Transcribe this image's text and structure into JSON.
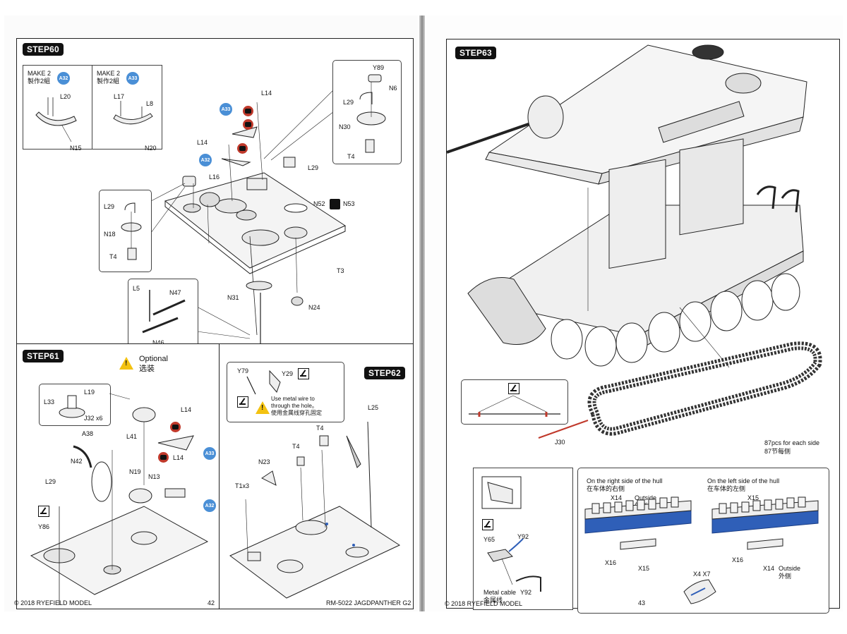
{
  "left_page": {
    "step60": {
      "title": "STEP60",
      "make_a32": {
        "make": "MAKE 2",
        "make_cn": "製作2組",
        "badge": "A32",
        "parts": [
          "L20",
          "N15"
        ]
      },
      "make_a33": {
        "make": "MAKE 2",
        "make_cn": "製作2組",
        "badge": "A33",
        "parts": [
          "L17",
          "L8",
          "N20"
        ]
      },
      "main_parts": {
        "l14_top": "L14",
        "a33": "A33",
        "l14_left": "L14",
        "a32": "A32",
        "l16": "L16",
        "l29": "L29",
        "n52": "N52",
        "n53": "N53",
        "t3": "T3",
        "n31": "N31",
        "n24": "N24"
      },
      "inset_top_right": {
        "y89": "Y89",
        "n6": "N6",
        "l29": "L29",
        "n30": "N30",
        "t4": "T4"
      },
      "inset_left": {
        "l29": "L29",
        "n18": "N18",
        "t4": "T4"
      },
      "inset_bottom": {
        "l5": "L5",
        "n47": "N47",
        "n46": "N46"
      }
    },
    "step61": {
      "title": "STEP61",
      "optional_en": "Optional",
      "optional_cn": "选装",
      "inset": {
        "l19": "L19",
        "l33": "L33",
        "j32": "J32 x6"
      },
      "parts": {
        "l14_a": "L14",
        "a38": "A38",
        "l41": "L41",
        "n42": "N42",
        "n19": "N19",
        "n13": "N13",
        "l14_b": "L14",
        "a33": "A33",
        "a32": "A32",
        "l29": "L29",
        "y86": "Y86"
      }
    },
    "step62": {
      "title": "STEP62",
      "inset": {
        "y79": "Y79",
        "y29": "Y29",
        "note_en_1": "Use metal wire to",
        "note_en_2": "through the hole。",
        "note_cn": "使用金属线穿孔固定"
      },
      "parts": {
        "l25": "L25",
        "t4_a": "T4",
        "t4_b": "T4",
        "n23": "N23",
        "t1": "T1x3"
      }
    },
    "footer": {
      "copyright": "© 2018 RYEFIELD MODEL",
      "page": "42",
      "product": "RM-5022 JAGDPANTHER G2"
    }
  },
  "right_page": {
    "step63": {
      "title": "STEP63",
      "j30": "J30",
      "track_count_en": "87pcs for each side",
      "track_count_cn": "87节每侧",
      "right_side_en": "On the right side of the hull",
      "right_side_cn": "在车体的右侧",
      "left_side_en": "On the left side of the hull",
      "left_side_cn": "在车体的左侧",
      "right_links": {
        "x14": "X14",
        "outside": "Outside",
        "outside_cn": "外侧",
        "x16": "X16",
        "x15": "X15"
      },
      "left_links": {
        "x15": "X15",
        "x16": "X16",
        "x14": "X14",
        "outside": "Outside",
        "outside_cn": "外侧"
      },
      "pin_parts": "X4 X7",
      "cable_inset": {
        "y65": "Y65",
        "y92_a": "Y92",
        "y92_b": "Y92",
        "cable_en": "Metal cable",
        "cable_cn": "金属线"
      }
    },
    "footer": {
      "copyright": "© 2018 RYEFIELD MODEL",
      "page": "43"
    }
  },
  "colors": {
    "step_bg": "#111111",
    "badge_blue": "#4a8fd6",
    "track_blue": "#2f5fb8",
    "cut_red": "#c0392b",
    "warn_yellow": "#f3c211",
    "wire_red": "#c0392b"
  }
}
